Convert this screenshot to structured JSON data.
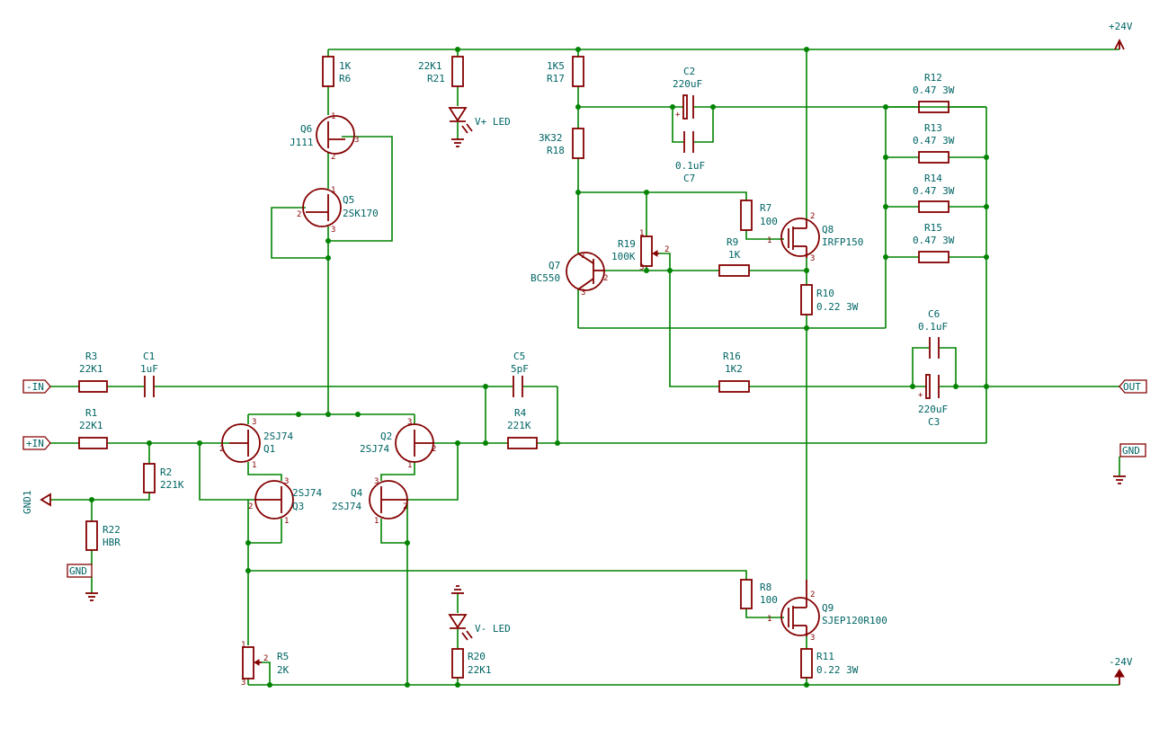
{
  "rails": {
    "positive": "+24V",
    "negative": "-24V"
  },
  "ports": {
    "inverting_input": "-IN",
    "noninverting_input": "+IN",
    "output": "OUT",
    "ground_label": "GND",
    "ground_label_2": "GND",
    "ground_flag": "GND1"
  },
  "resistors": {
    "R1": {
      "ref": "R1",
      "value": "22K1"
    },
    "R2": {
      "ref": "R2",
      "value": "221K"
    },
    "R3": {
      "ref": "R3",
      "value": "22K1"
    },
    "R4": {
      "ref": "R4",
      "value": "221K"
    },
    "R5": {
      "ref": "R5",
      "value": "2K"
    },
    "R6": {
      "ref": "R6",
      "value": "1K"
    },
    "R7": {
      "ref": "R7",
      "value": "100"
    },
    "R8": {
      "ref": "R8",
      "value": "100"
    },
    "R9": {
      "ref": "R9",
      "value": "1K"
    },
    "R10": {
      "ref": "R10",
      "value": "0.22 3W"
    },
    "R11": {
      "ref": "R11",
      "value": "0.22 3W"
    },
    "R12": {
      "ref": "R12",
      "value": "0.47 3W"
    },
    "R13": {
      "ref": "R13",
      "value": "0.47 3W"
    },
    "R14": {
      "ref": "R14",
      "value": "0.47 3W"
    },
    "R15": {
      "ref": "R15",
      "value": "0.47 3W"
    },
    "R16": {
      "ref": "R16",
      "value": "1K2"
    },
    "R17": {
      "ref": "R17",
      "value": "1K5"
    },
    "R18": {
      "ref": "R18",
      "value": "3K32"
    },
    "R19": {
      "ref": "R19",
      "value": "100K"
    },
    "R20": {
      "ref": "R20",
      "value": "22K1"
    },
    "R21": {
      "ref": "R21",
      "value": "22K1"
    },
    "R22": {
      "ref": "R22",
      "value": "HBR"
    }
  },
  "capacitors": {
    "C1": {
      "ref": "C1",
      "value": "1uF"
    },
    "C2": {
      "ref": "C2",
      "value": "220uF"
    },
    "C3": {
      "ref": "C3",
      "value": "220uF"
    },
    "C5": {
      "ref": "C5",
      "value": "5pF"
    },
    "C6": {
      "ref": "C6",
      "value": "0.1uF"
    },
    "C7": {
      "ref": "C7",
      "value": "0.1uF"
    }
  },
  "transistors": {
    "Q1": {
      "ref": "Q1",
      "value": "2SJ74"
    },
    "Q2": {
      "ref": "Q2",
      "value": "2SJ74"
    },
    "Q3": {
      "ref": "Q3",
      "value": "2SJ74"
    },
    "Q4": {
      "ref": "Q4",
      "value": "2SJ74"
    },
    "Q5": {
      "ref": "Q5",
      "value": "2SK170"
    },
    "Q6": {
      "ref": "Q6",
      "value": "J111"
    },
    "Q7": {
      "ref": "Q7",
      "value": "BC550"
    },
    "Q8": {
      "ref": "Q8",
      "value": "IRFP150"
    },
    "Q9": {
      "ref": "Q9",
      "value": "SJEP120R100"
    }
  },
  "leds": {
    "positive": {
      "label": "V+ LED"
    },
    "negative": {
      "label": "V- LED"
    }
  },
  "pins": {
    "p1": "1",
    "p2": "2",
    "p3": "3"
  },
  "colors": {
    "wire": "#008400",
    "component": "#840000",
    "text": "#006464",
    "background": "#ffffff"
  }
}
